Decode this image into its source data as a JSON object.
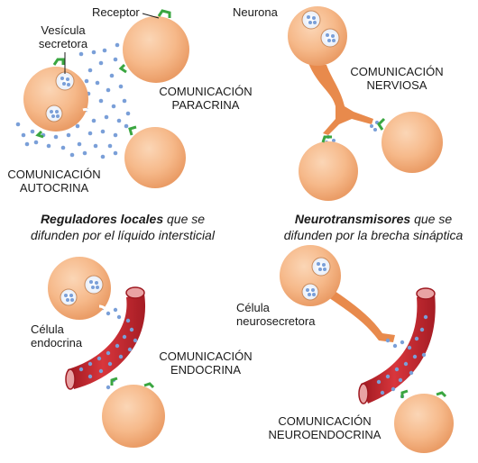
{
  "labels": {
    "receptor": "Receptor",
    "vesicula_line1": "Vesícula",
    "vesicula_line2": "secretora",
    "neurona": "Neurona",
    "paracrina_line1": "COMUNICACIÓN",
    "paracrina_line2": "PARACRINA",
    "autocrina_line1": "COMUNICACIÓN",
    "autocrina_line2": "AUTOCRINA",
    "nerviosa_line1": "COMUNICACIÓN",
    "nerviosa_line2": "NERVIOSA",
    "celula_endocrina_line1": "Célula",
    "celula_endocrina_line2": "endocrina",
    "endocrina_line1": "COMUNICACIÓN",
    "endocrina_line2": "ENDOCRINA",
    "celula_neuro_line1": "Célula",
    "celula_neuro_line2": "neurosecretora",
    "neuroendocrina_line1": "COMUNICACIÓN",
    "neuroendocrina_line2": "NEUROENDOCRINA"
  },
  "captions": {
    "left_bold": "Reguladores locales",
    "left_rest": " que se",
    "left_line2": "difunden por el líquido intersticial",
    "right_bold": "Neurotransmisores",
    "right_rest": " que se",
    "right_line2": "difunden por la brecha sináptica"
  },
  "colors": {
    "cell": "#f6b98a",
    "vessel": "#c8262e",
    "molecule": "#7a9fd8",
    "receptor": "#3aa640"
  }
}
